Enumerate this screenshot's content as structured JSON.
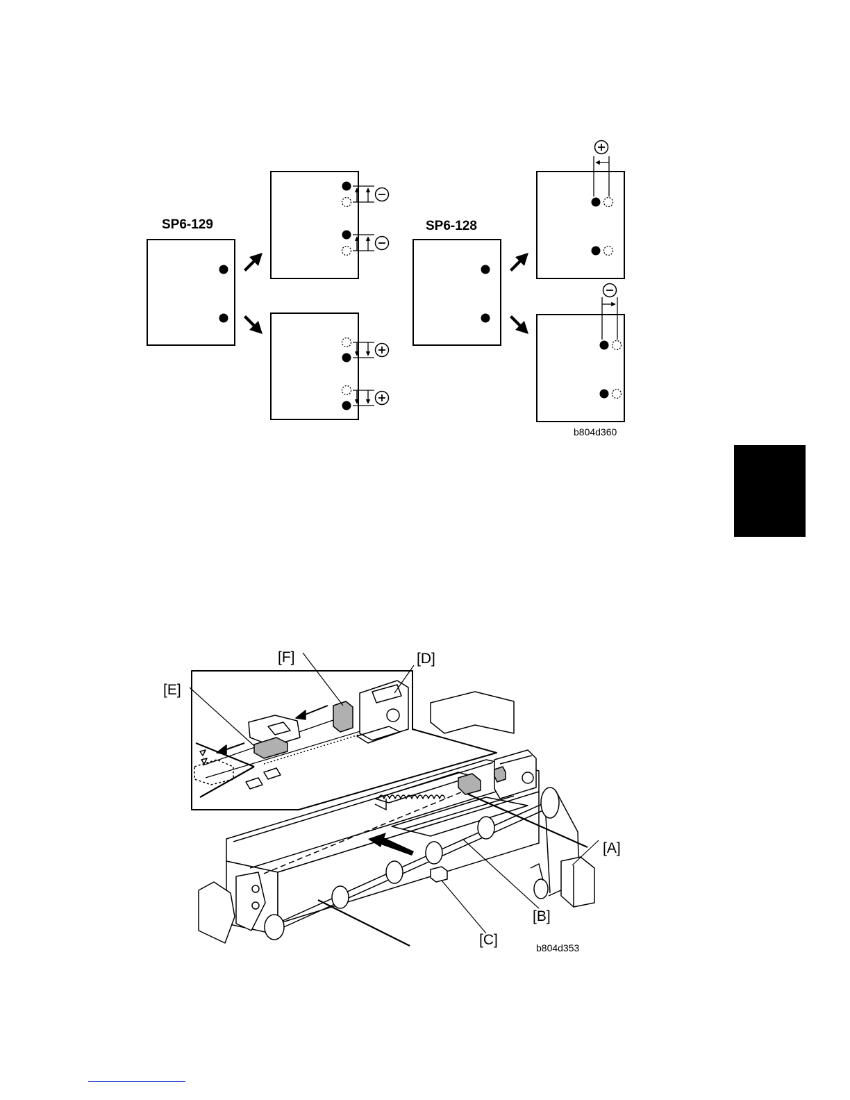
{
  "figure1": {
    "label_left": "SP6-129",
    "label_right": "SP6-128",
    "figure_id": "b804d360",
    "sign_minus": "−",
    "sign_plus": "+"
  },
  "figure2": {
    "callouts": {
      "a": "[A]",
      "b": "[B]",
      "c": "[C]",
      "d": "[D]",
      "e": "[E]",
      "f": "[F]"
    },
    "figure_id": "b804d353"
  },
  "page": {
    "tab_color": "#000000",
    "footer_rule_color": "#1f3fbf"
  }
}
